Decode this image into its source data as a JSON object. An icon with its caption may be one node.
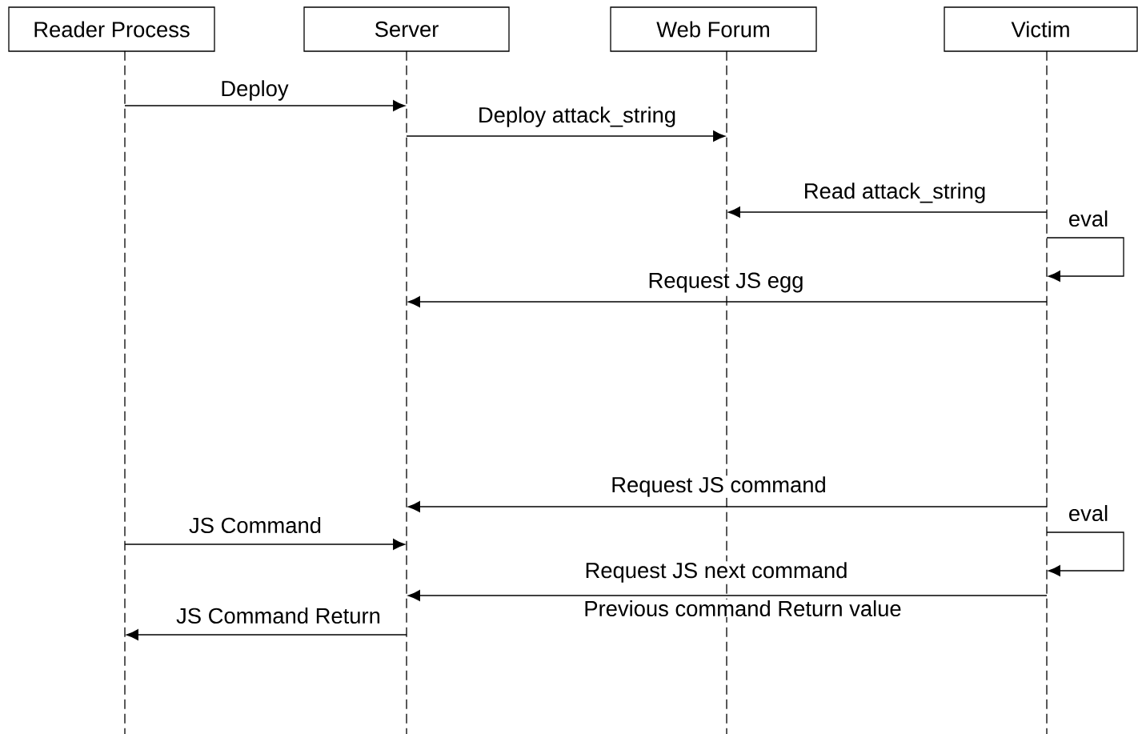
{
  "diagram": {
    "nodes": [
      {
        "text": [
          "Reader Process"
        ]
      },
      {
        "text": [
          "Server"
        ]
      },
      {
        "text": [
          "Web Forum"
        ]
      },
      {
        "text": [
          "Victim"
        ]
      },
      {
        "text": [],
        "shape": "line"
      },
      {
        "text": [],
        "shape": "line"
      },
      {
        "text": [],
        "shape": "line"
      },
      {
        "text": [],
        "shape": "line"
      }
    ],
    "edges": [
      {
        "from": 4,
        "to": 5,
        "arrow": "to",
        "label": "Deploy"
      },
      {
        "from": 5,
        "to": 6,
        "arrow": "to",
        "label": "Deploy attack_string"
      },
      {
        "from": 7,
        "to": 6,
        "arrow": "to",
        "label": "Read attack_string"
      },
      {
        "from": 7,
        "to": 7,
        "arrow": "to",
        "label": "eval"
      },
      {
        "from": 7,
        "to": 5,
        "arrow": "to",
        "label": "Request JS egg"
      },
      {
        "from": 7,
        "to": 5,
        "arrow": "to",
        "label": "Request JS command"
      },
      {
        "from": 4,
        "to": 5,
        "arrow": "to",
        "label": "JS Command"
      },
      {
        "from": 7,
        "to": 7,
        "arrow": "to",
        "label": "eval"
      },
      {
        "from": 7,
        "to": 5,
        "arrow": "to",
        "label": "Request JS next command"
      },
      {
        "from": 5,
        "to": 4,
        "arrow": "to",
        "label": "JS Command Return"
      }
    ],
    "labels": [
      "Previous command Return value"
    ]
  }
}
